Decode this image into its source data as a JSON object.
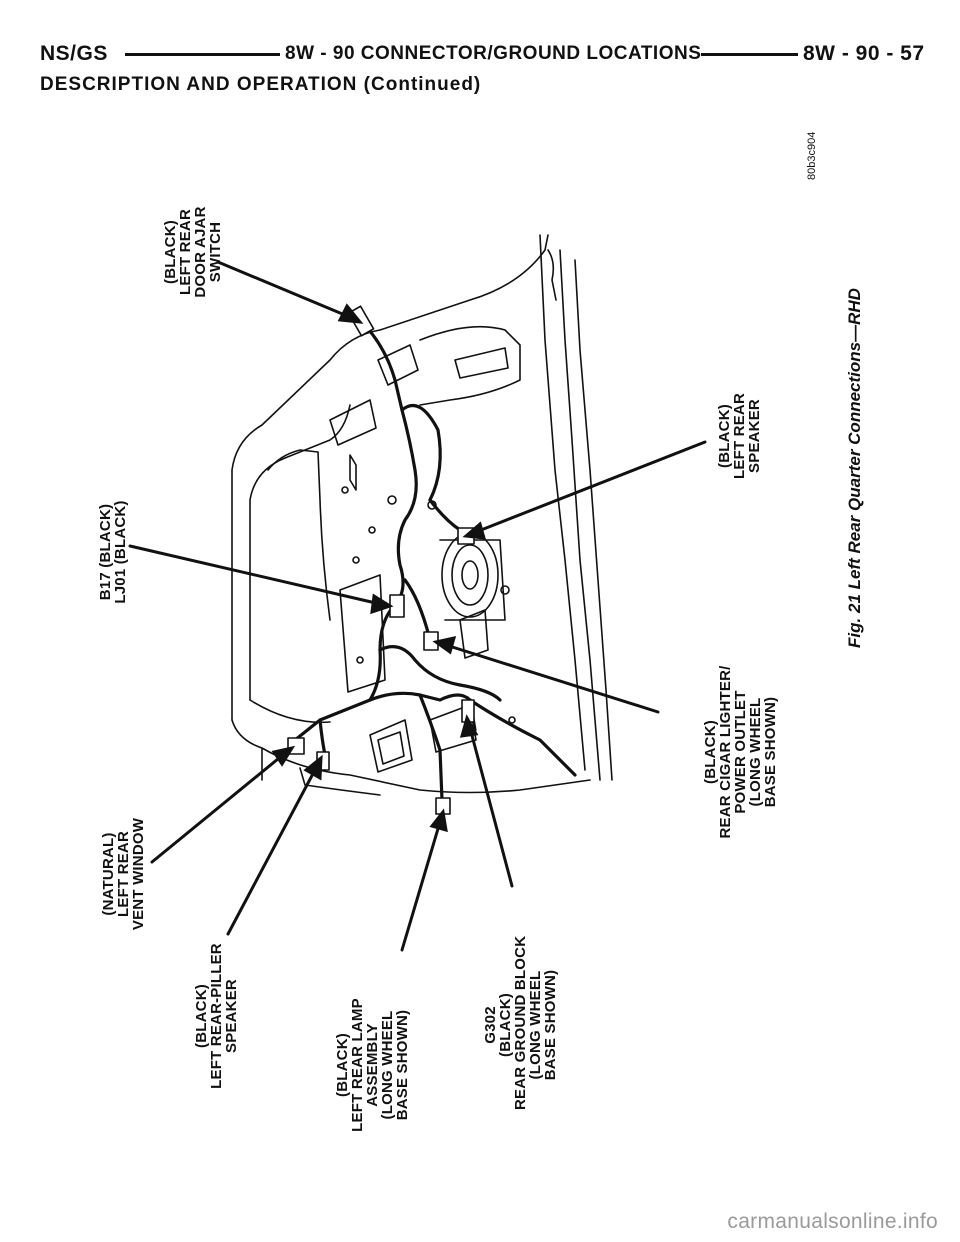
{
  "header": {
    "left": "NS/GS",
    "center": "8W - 90 CONNECTOR/GROUND LOCATIONS",
    "right": "8W - 90 - 57"
  },
  "section_title": "DESCRIPTION AND OPERATION (Continued)",
  "figure": {
    "code": "80b3c904",
    "caption": "Fig. 21 Left Rear Quarter Connections—RHD",
    "labels": {
      "door_ajar": [
        "(BLACK)",
        "LEFT REAR",
        "DOOR AJAR",
        "SWITCH"
      ],
      "b17": [
        "B17 (BLACK)",
        "LJ01 (BLACK)"
      ],
      "speaker": [
        "(BLACK)",
        "LEFT REAR",
        "SPEAKER"
      ],
      "cigar": [
        "(BLACK)",
        "REAR CIGAR LIGHTER/",
        "POWER OUTLET",
        "(LONG WHEEL",
        "BASE SHOWN)"
      ],
      "vent": [
        "(NATURAL)",
        "LEFT REAR",
        "VENT WINDOW"
      ],
      "piller": [
        "(BLACK)",
        "LEFT REAR-PILLER",
        "SPEAKER"
      ],
      "lamp": [
        "(BLACK)",
        "LEFT REAR LAMP",
        "ASSEMBLY",
        "(LONG WHEEL",
        "BASE SHOWN)"
      ],
      "ground": [
        "G302",
        "(BLACK)",
        "REAR GROUND BLOCK",
        "(LONG WHEEL",
        "BASE SHOWN)"
      ]
    }
  },
  "footer": "carmanualsonline.info"
}
